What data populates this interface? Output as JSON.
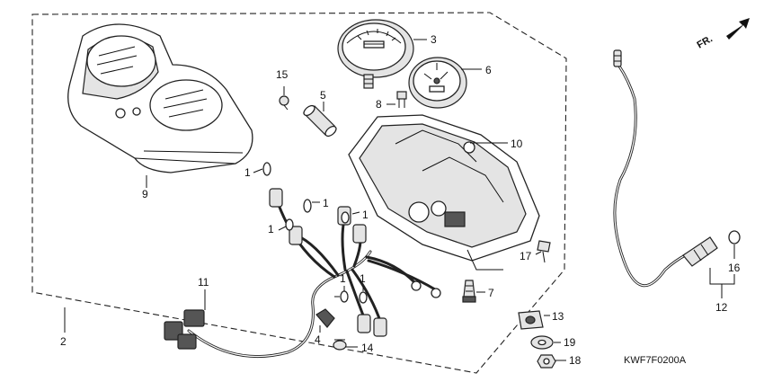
{
  "diagram": {
    "callouts": [
      {
        "id": "c1a",
        "text": "1"
      },
      {
        "id": "c1b",
        "text": "1"
      },
      {
        "id": "c1c",
        "text": "1"
      },
      {
        "id": "c1d",
        "text": "1"
      },
      {
        "id": "c1e",
        "text": "1"
      },
      {
        "id": "c1f",
        "text": "1"
      },
      {
        "id": "c2",
        "text": "2"
      },
      {
        "id": "c3",
        "text": "3"
      },
      {
        "id": "c4",
        "text": "4"
      },
      {
        "id": "c5",
        "text": "5"
      },
      {
        "id": "c6",
        "text": "6"
      },
      {
        "id": "c7",
        "text": "7"
      },
      {
        "id": "c8",
        "text": "8"
      },
      {
        "id": "c9",
        "text": "9"
      },
      {
        "id": "c10",
        "text": "10"
      },
      {
        "id": "c11",
        "text": "11"
      },
      {
        "id": "c12",
        "text": "12"
      },
      {
        "id": "c13",
        "text": "13"
      },
      {
        "id": "c14",
        "text": "14"
      },
      {
        "id": "c15",
        "text": "15"
      },
      {
        "id": "c16",
        "text": "16"
      },
      {
        "id": "c17",
        "text": "17"
      },
      {
        "id": "c18",
        "text": "18"
      },
      {
        "id": "c19",
        "text": "19"
      }
    ],
    "direction_label": "FR.",
    "diagram_code": "KWF7F0200A",
    "accent_color": "#111111"
  }
}
